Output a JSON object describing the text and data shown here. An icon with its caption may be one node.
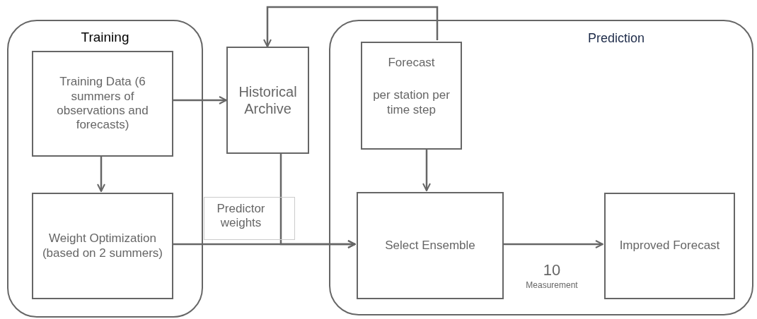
{
  "diagram": {
    "nodes": [
      {
        "text": [
          "Training"
        ]
      },
      {
        "text": [
          "Training Data (6 summers of observations and forecasts)"
        ],
        "in": 0
      },
      {
        "text": [
          "Weight Optimization (based on 2 summers)"
        ],
        "in": 0
      },
      {
        "text": [
          "Historical Archive"
        ]
      },
      {
        "text": [
          "Prediction"
        ]
      },
      {
        "text": [
          "Forecast",
          "per station per time step"
        ],
        "in": 4
      },
      {
        "text": [
          "Select Ensemble"
        ],
        "in": 4
      },
      {
        "text": [
          "Improved Forecast"
        ],
        "in": 4
      }
    ],
    "edges": [
      {
        "from": 1,
        "to": 3,
        "arrow": "to"
      },
      {
        "from": 1,
        "to": 2,
        "arrow": "to"
      },
      {
        "from": 2,
        "to": 6,
        "arrow": "to",
        "label": "Predictor weights"
      },
      {
        "from": 3,
        "to": 6,
        "arrow": "to"
      },
      {
        "from": 5,
        "to": 3,
        "arrow": "to"
      },
      {
        "from": 5,
        "to": 6,
        "arrow": "to"
      },
      {
        "from": 6,
        "to": 7,
        "arrow": "to"
      }
    ],
    "labels": [
      "10",
      "Measurement"
    ]
  }
}
